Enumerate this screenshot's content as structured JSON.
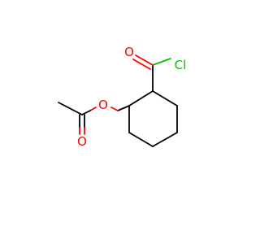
{
  "molecule": {
    "atoms": {
      "chlorine": {
        "symbol": "Cl",
        "color": "#00c000"
      },
      "carbonyl_oxygen_acyl": {
        "symbol": "O",
        "color": "#ff0000"
      },
      "ester_oxygen": {
        "symbol": "O",
        "color": "#ff0000"
      },
      "carbonyl_oxygen_acetyl": {
        "symbol": "O",
        "color": "#ff0000"
      }
    }
  }
}
